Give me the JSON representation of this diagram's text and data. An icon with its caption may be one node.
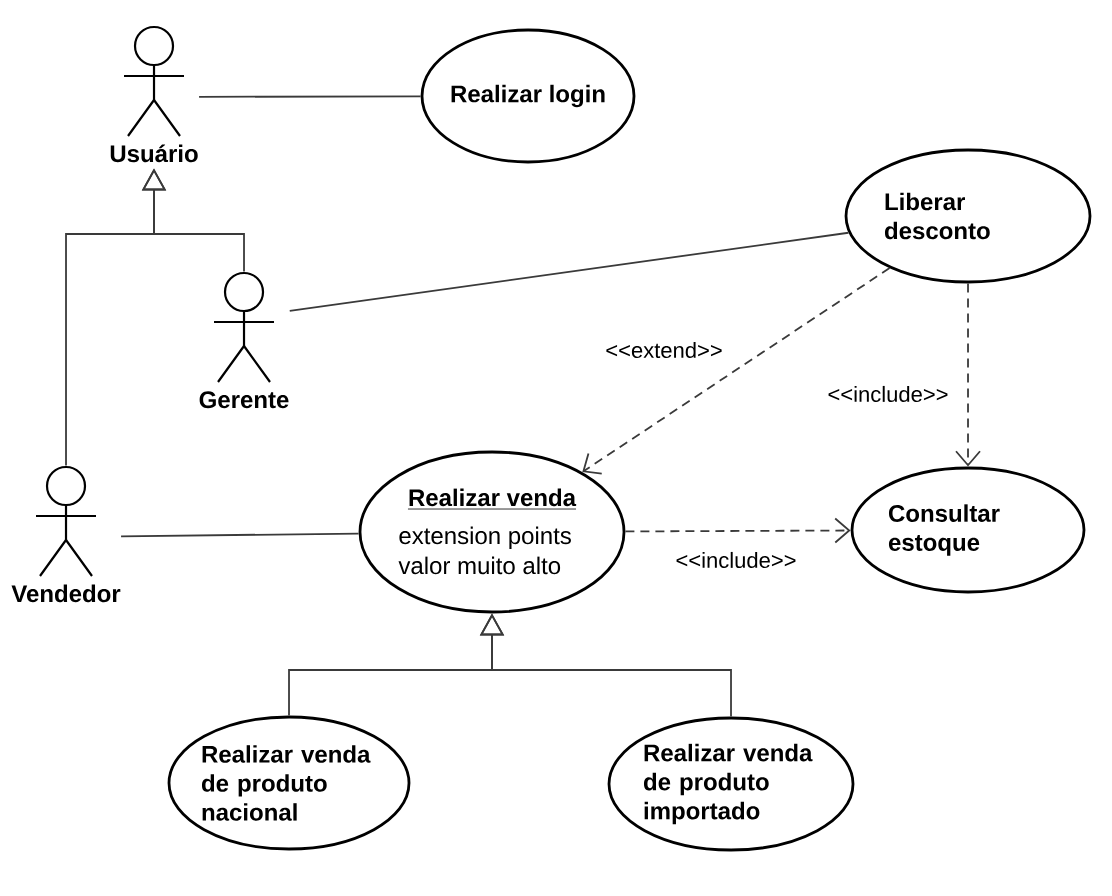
{
  "diagram": {
    "nodes": [
      {
        "text": [
          "Usuário"
        ]
      },
      {
        "text": [
          "Realizar login"
        ]
      },
      {
        "text": [
          "Liberar desconto"
        ]
      },
      {
        "text": [
          "Gerente"
        ]
      },
      {
        "text": [
          "Vendedor"
        ]
      },
      {
        "text": [
          "Realizar venda",
          "extension points",
          "valor muito alto"
        ]
      },
      {
        "text": [
          "Consultar estoque"
        ]
      },
      {
        "text": [
          "Realizar venda de produto nacional"
        ]
      },
      {
        "text": [
          "Realizar venda de produto importado"
        ]
      }
    ],
    "edges": [
      {
        "from": 0,
        "to": 1,
        "arrow": "none"
      },
      {
        "from": 3,
        "to": 0,
        "arrow": "to"
      },
      {
        "from": 4,
        "to": 0,
        "arrow": "to"
      },
      {
        "from": 3,
        "to": 2,
        "arrow": "none"
      },
      {
        "from": 2,
        "to": 5,
        "arrow": "to",
        "style": "dashed",
        "label": "<<extend>>"
      },
      {
        "from": 2,
        "to": 6,
        "arrow": "to",
        "style": "dashed",
        "label": "<<include>>"
      },
      {
        "from": 4,
        "to": 5,
        "arrow": "none"
      },
      {
        "from": 5,
        "to": 6,
        "arrow": "to",
        "style": "dashed",
        "label": "<<include>>"
      },
      {
        "from": 7,
        "to": 5,
        "arrow": "to"
      },
      {
        "from": 8,
        "to": 5,
        "arrow": "to"
      }
    ]
  }
}
